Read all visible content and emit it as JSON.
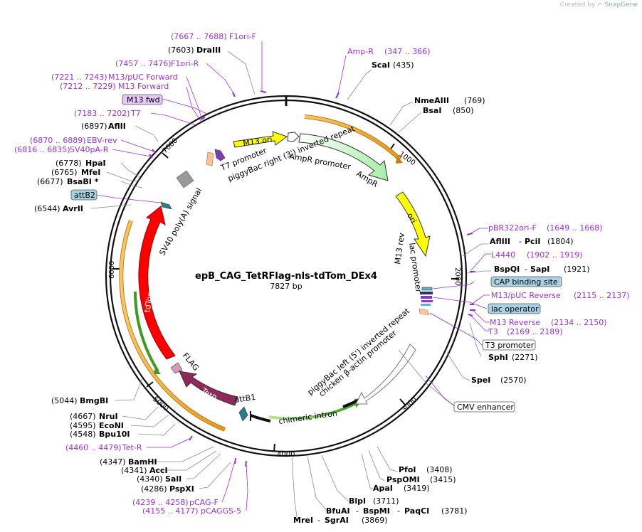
{
  "credit": {
    "prefix": "Created by",
    "brand": "SnapGene"
  },
  "plasmid": {
    "name": "epB_CAG_TetRFlag-nls-tdTom_DEx4",
    "size_label": "7827 bp",
    "total_bp": 7827
  },
  "ticks": [
    "1000",
    "2000",
    "3000",
    "4000",
    "5000",
    "6000",
    "7000"
  ],
  "sites_left": [
    {
      "name": "DraIII",
      "pos": "(7603)"
    },
    {
      "name": "AflII",
      "pos": "(6897)"
    },
    {
      "name": "HpaI",
      "pos": "(6778)"
    },
    {
      "name": "MfeI",
      "pos": "(6765)"
    },
    {
      "name": "BsaBI *",
      "pos": "(6677)"
    },
    {
      "name": "AvrII",
      "pos": "(6544)"
    },
    {
      "name": "BmgBI",
      "pos": "(5044)"
    },
    {
      "name": "NruI",
      "pos": "(4667)"
    },
    {
      "name": "EcoNI",
      "pos": "(4595)"
    },
    {
      "name": "Bpu10I",
      "pos": "(4548)"
    },
    {
      "name": "BamHI",
      "pos": "(4347)"
    },
    {
      "name": "AccI",
      "pos": "(4341)"
    },
    {
      "name": "SalI",
      "pos": "(4340)"
    },
    {
      "name": "PspXI",
      "pos": "(4286)"
    }
  ],
  "sites_right": [
    {
      "name": "ScaI",
      "pos": "(435)"
    },
    {
      "name": "NmeAIII",
      "pos": "(769)"
    },
    {
      "name": "BsaI",
      "pos": "(850)"
    },
    {
      "name": "AflIII",
      "extra": "PciI",
      "pos": "(1804)"
    },
    {
      "name": "BspQI",
      "extra": "SapI",
      "pos": "(1921)"
    },
    {
      "name": "SphI",
      "pos": "(2271)"
    },
    {
      "name": "SpeI",
      "pos": "(2570)"
    },
    {
      "name": "PfoI",
      "pos": "(3408)"
    },
    {
      "name": "PspOMI",
      "pos": "(3415)"
    },
    {
      "name": "ApaI",
      "pos": "(3419)"
    },
    {
      "name": "BlpI",
      "pos": "(3711)"
    },
    {
      "name": "BfuAI",
      "extra": "BspMI",
      "extra2": "PaqCI",
      "pos": "(3781)"
    },
    {
      "name": "MreI",
      "extra": "SgrAI",
      "pos": "(3869)"
    }
  ],
  "primers": [
    {
      "range": "(7667 .. 7688)",
      "name": "F1ori-F"
    },
    {
      "range": "(7457 .. 7476)",
      "name": "F1ori-R"
    },
    {
      "range": "(7221 .. 7243)",
      "name": "M13/pUC Forward"
    },
    {
      "range": "(7212 .. 7229)",
      "name": "M13 Forward"
    },
    {
      "range": "(7183 .. 7202)",
      "name": "T7"
    },
    {
      "range": "(6870 .. 6889)",
      "name": "EBV-rev"
    },
    {
      "range": "(6816 .. 6835)",
      "name": "SV40pA-R"
    },
    {
      "range": "(347 .. 366)",
      "name": "Amp-R"
    },
    {
      "range": "(1649 .. 1668)",
      "name": "pBR322ori-F"
    },
    {
      "range": "(1902 .. 1919)",
      "name": "L4440"
    },
    {
      "range": "(2115 .. 2137)",
      "name": "M13/pUC Reverse"
    },
    {
      "range": "(2134 .. 2150)",
      "name": "M13 Reverse"
    },
    {
      "range": "(2169 .. 2189)",
      "name": "T3"
    },
    {
      "range": "(4460 .. 4479)",
      "name": "Tet-R"
    },
    {
      "range": "(4239 .. 4258)",
      "name": "pCAG-F"
    },
    {
      "range": "(4155 .. 4177)",
      "name": "pCAGGS-5"
    }
  ],
  "boxed_labels": {
    "m13fwd": "M13 fwd",
    "attb2": "attB2",
    "cap": "CAP binding site",
    "lacop": "lac operator",
    "t3prom": "T3 promoter",
    "cmv": "CMV enhancer"
  },
  "features": {
    "m13ori": "M13 ori",
    "ampr_promoter": "AmpR promoter",
    "ampr": "AmpR",
    "ori": "ori",
    "lac_promoter": "lac promoter",
    "m13rev": "M13 rev",
    "t7_promoter": "T7 promoter",
    "pb_right": "piggyBac right (3') inverted repeat",
    "sv40": "SV40 poly(A) signal",
    "tdtomato": "tdTomato",
    "flag": "FLAG",
    "tetr": "TetR",
    "attb1": "attB1",
    "chimeric": "chimeric intron",
    "cba": "chicken β-actin promoter",
    "pb_left": "piggyBac left (5') inverted repeat"
  },
  "colors": {
    "primer": "#9b30d9",
    "ampr_fill": "#c9f7cc",
    "ori_fill": "#ffff00",
    "tdtomato_fill": "#ff0000",
    "tetr_fill": "#8e2a5a",
    "orange_band": "#f0a830",
    "green_band": "#4fa630"
  }
}
